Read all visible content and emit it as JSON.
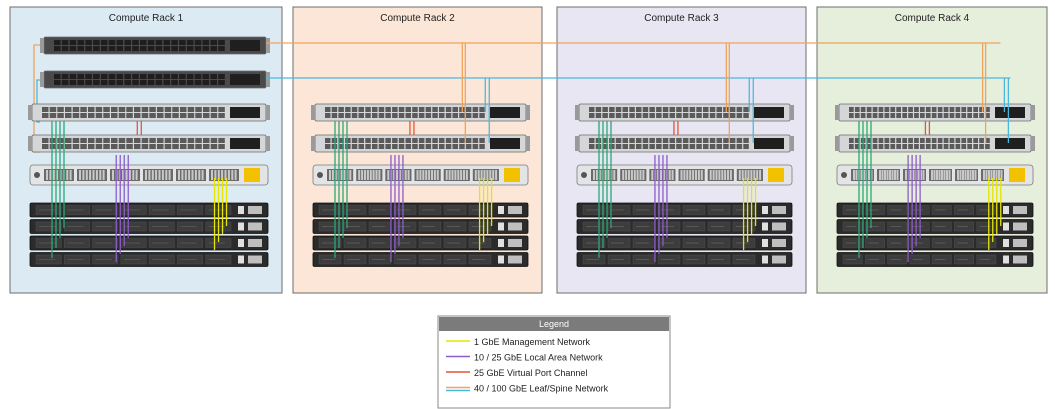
{
  "racks": [
    {
      "title": "Compute Rack 1",
      "fill": "#dbeaf3",
      "spine": true
    },
    {
      "title": "Compute Rack 2",
      "fill": "#fbe6d7",
      "spine": false
    },
    {
      "title": "Compute Rack 3",
      "fill": "#e8e6f2",
      "spine": false
    },
    {
      "title": "Compute Rack 4",
      "fill": "#e6eedc",
      "spine": false
    }
  ],
  "legend": {
    "title": "Legend",
    "items": [
      {
        "label": "1 GbE Management Network",
        "colors": [
          "#e6e600"
        ]
      },
      {
        "label": "10 / 25 GbE Local Area Network",
        "colors": [
          "#8e5cc9"
        ]
      },
      {
        "label": "25 GbE Virtual Port Channel",
        "colors": [
          "#e2573c"
        ]
      },
      {
        "label": "40 / 100 GbE Leaf/Spine Network",
        "colors": [
          "#f0a35a",
          "#4cb7dd"
        ]
      }
    ]
  },
  "colors": {
    "management": "#e6e600",
    "lan": "#8e5cc9",
    "lan_green": "#2aa876",
    "vpc": "#e2573c",
    "spine_orange": "#f0a35a",
    "spine_blue": "#4cb7dd",
    "device_dark": "#2b2b2b",
    "device_silver": "#d4d6d8"
  }
}
